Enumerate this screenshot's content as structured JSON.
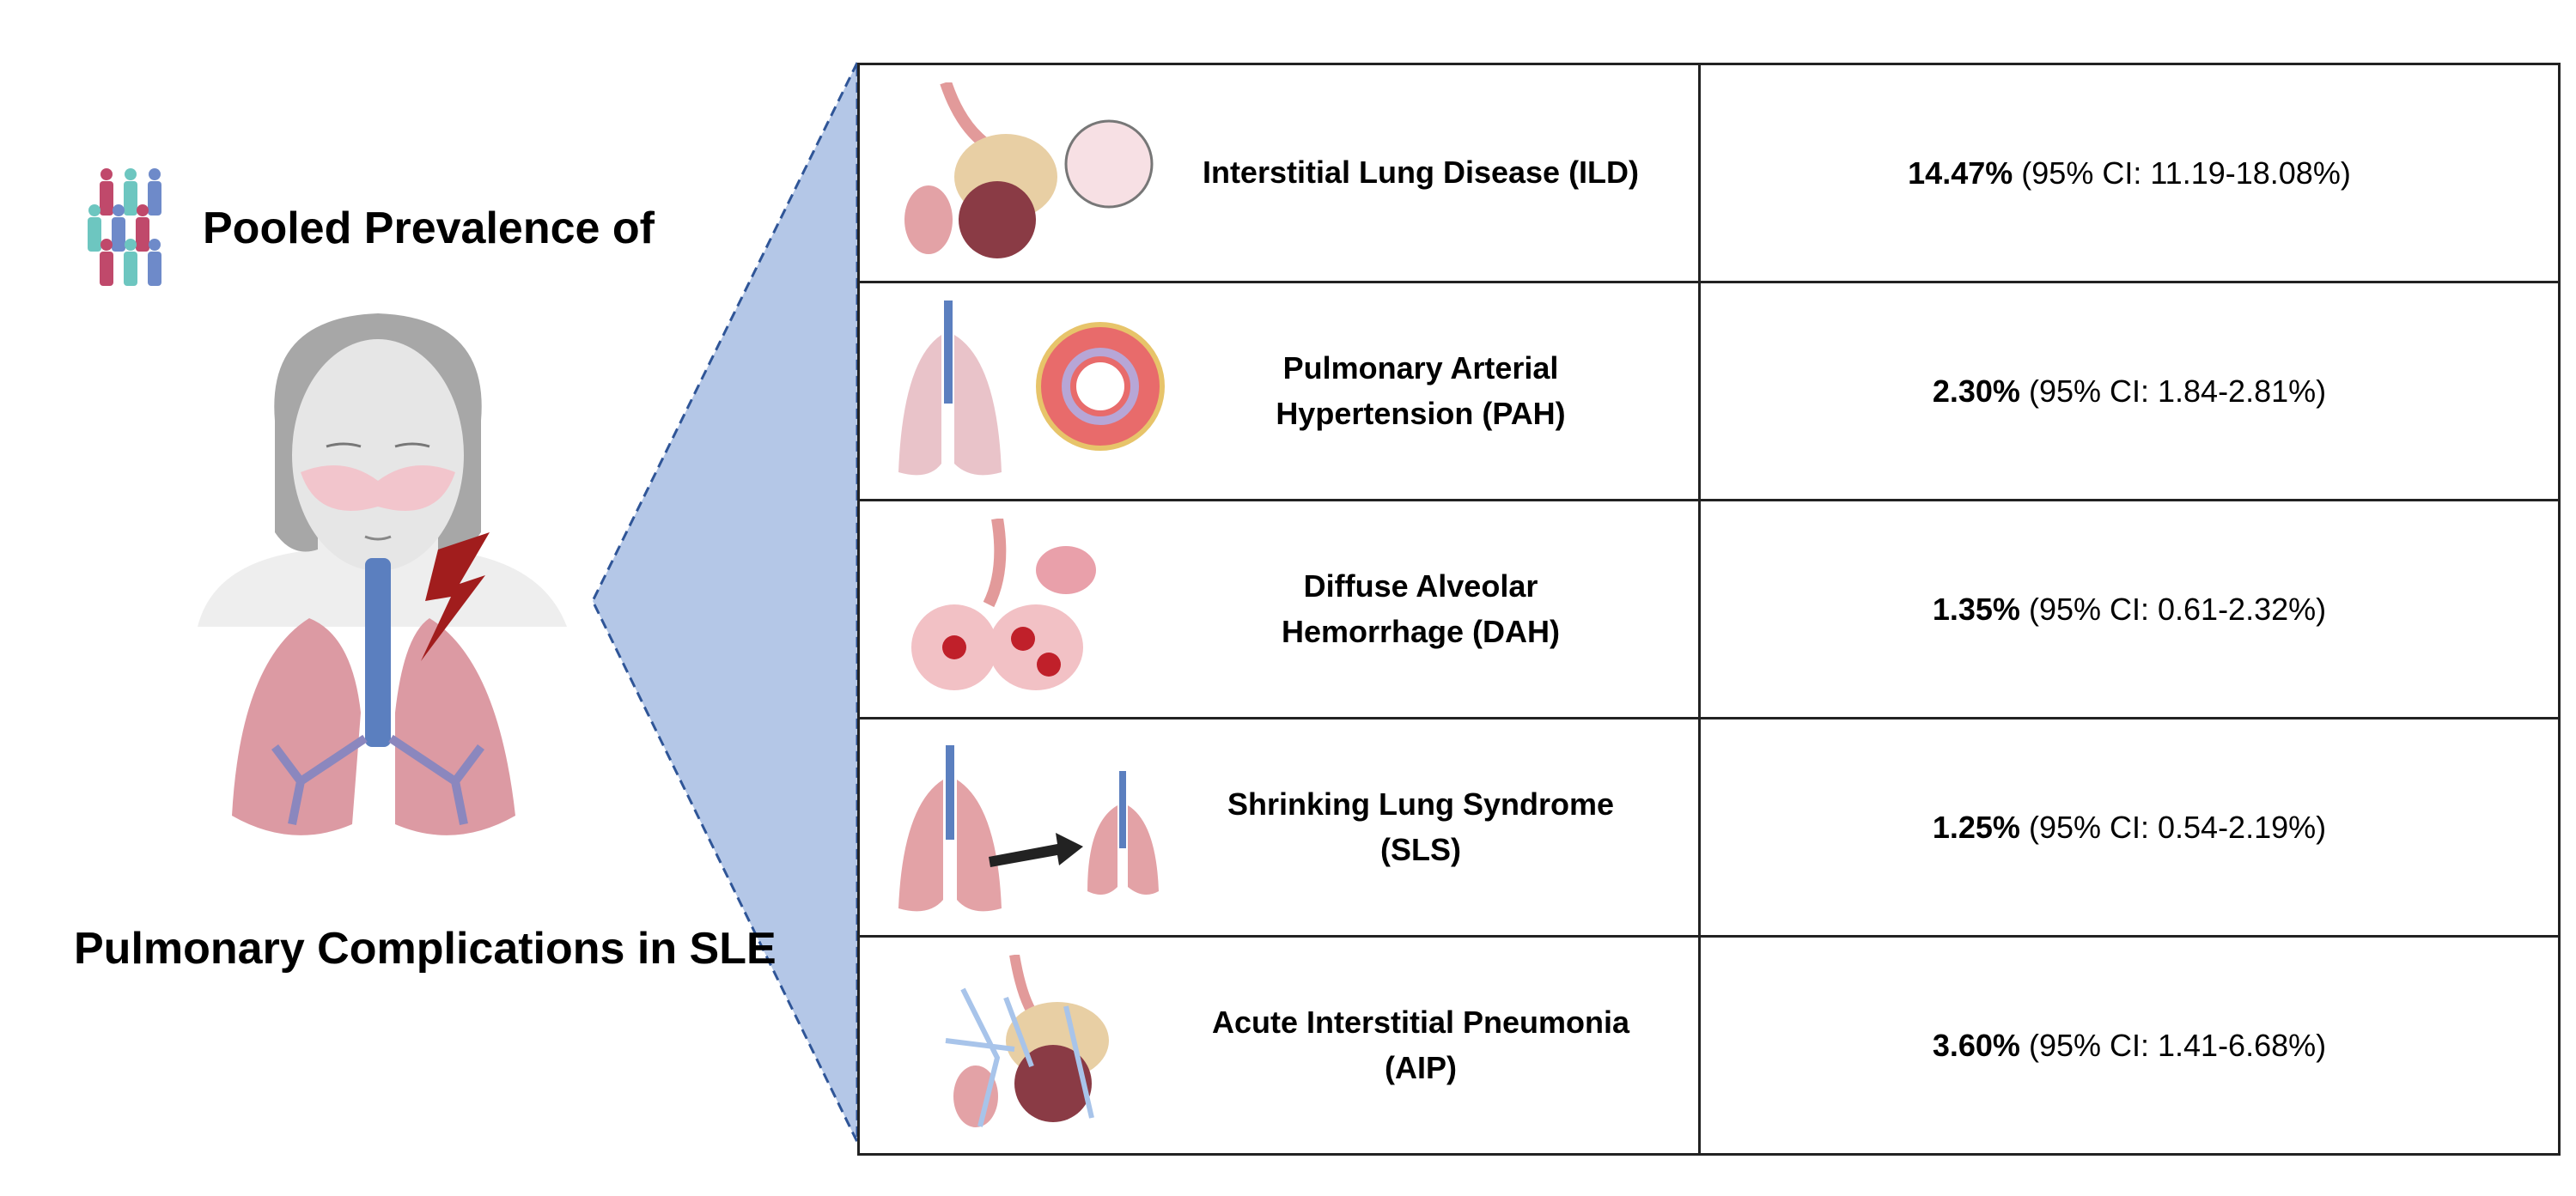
{
  "left_panel": {
    "title_top": "Pooled Prevalence of",
    "title_bottom": "Pulmonary Complications in SLE"
  },
  "colors": {
    "funnel_fill": "#b4c7e7",
    "funnel_border": "#2f5597",
    "lung": "#e0a0a8",
    "airway": "#5b7fbf",
    "bolt": "#a11d1d"
  },
  "rows": [
    {
      "name": "Interstitial Lung Disease (ILD)",
      "icon": "alveoli-icon",
      "prevalence": "14.47%",
      "ci": "(95% CI: 11.19-18.08%)"
    },
    {
      "name_line1": "Pulmonary Arterial",
      "name_line2": "Hypertension (PAH)",
      "icon": "lungs-artery-icon",
      "prevalence": "2.30%",
      "ci": "(95% CI: 1.84-2.81%)"
    },
    {
      "name_line1": "Diffuse Alveolar",
      "name_line2": "Hemorrhage (DAH)",
      "icon": "hemorrhage-alveoli-icon",
      "prevalence": "1.35%",
      "ci": "(95% CI: 0.61-2.32%)"
    },
    {
      "name_line1": "Shrinking Lung Syndrome",
      "name_line2": "(SLS)",
      "icon": "shrinking-lungs-icon",
      "prevalence": "1.25%",
      "ci": "(95% CI: 0.54-2.19%)"
    },
    {
      "name_line1": "Acute Interstitial Pneumonia",
      "name_line2": "(AIP)",
      "icon": "inflamed-alveoli-icon",
      "prevalence": "3.60%",
      "ci": "(95% CI: 1.41-6.68%)"
    }
  ]
}
